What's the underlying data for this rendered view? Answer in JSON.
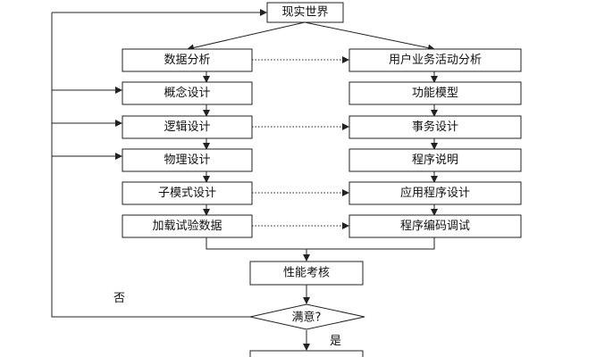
{
  "nodes": {
    "real_world": "现实世界",
    "data_analysis": "数据分析",
    "business_analysis": "用户业务活动分析",
    "concept_design": "概念设计",
    "function_model": "功能模型",
    "logic_design": "逻辑设计",
    "transaction_design": "事务设计",
    "physical_design": "物理设计",
    "program_spec": "程序说明",
    "subschema_design": "子模式设计",
    "app_design": "应用程序设计",
    "load_test_data": "加载试验数据",
    "program_debug": "程序编码调试",
    "performance_review": "性能考核",
    "satisfied": "满意?",
    "bottom_box": ""
  },
  "labels": {
    "no": "否",
    "yes": "是"
  }
}
